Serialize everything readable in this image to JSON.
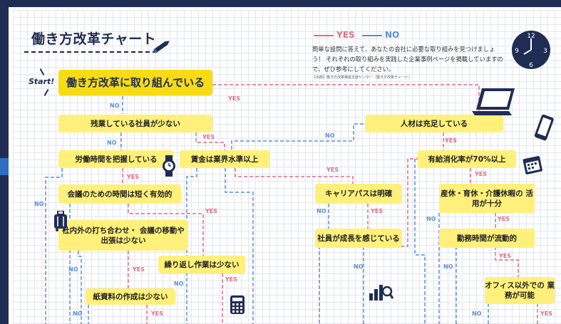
{
  "header": {
    "title": "働き方改革チャート",
    "legend": {
      "yes": "YES",
      "no": "NO"
    },
    "intro": "簡単な設問に答えて、あなたの会社に必要な取り組みを見つけましょう！ それぞれの取り組みを実践した企業事例ページを掲載していますので、ぜひ参考にしてください。",
    "source": "【出典】働き方改革推進支援センター（働き方改革チャート）",
    "clock_numbers": [
      "12",
      "3",
      "6",
      "9"
    ]
  },
  "start_label": "Start!",
  "labels": {
    "yes": "YES",
    "no": "NO"
  },
  "nodes": {
    "start": "働き方改革に取り組んでいる",
    "overtime": "残業している社員が少ない",
    "staff": "人材は充足している",
    "labor_time": "労働時間を把握している",
    "wage": "賃金は業界水準以上",
    "leave": "有給消化率が70%以上",
    "meeting": "会議のための時間は短く有効的",
    "career": "キャリアパスは明確",
    "childcare": "産休・育休・介護休暇の 活用が十分",
    "internal": "社内外の打ち合わせ・ 会議の移動や出張は少ない",
    "growth": "社員が成長を感じている",
    "flex": "勤務時間が流動的",
    "repeat": "繰り返し作業は少ない",
    "remote": "オフィス以外での 業務が可能",
    "paper": "紙資料の作成は少ない"
  },
  "colors": {
    "yes": "#e06c84",
    "no": "#5b8fd6",
    "box": "#fef07a",
    "start_box": "#f7dc14",
    "navy": "#1f2d55"
  },
  "icons": [
    "pencil-icon",
    "clock-icon",
    "laptop-icon",
    "smartphone-icon",
    "wristwatch-icon",
    "calendar-icon",
    "suitcase-icon",
    "calculator-icon",
    "chart-icon"
  ]
}
